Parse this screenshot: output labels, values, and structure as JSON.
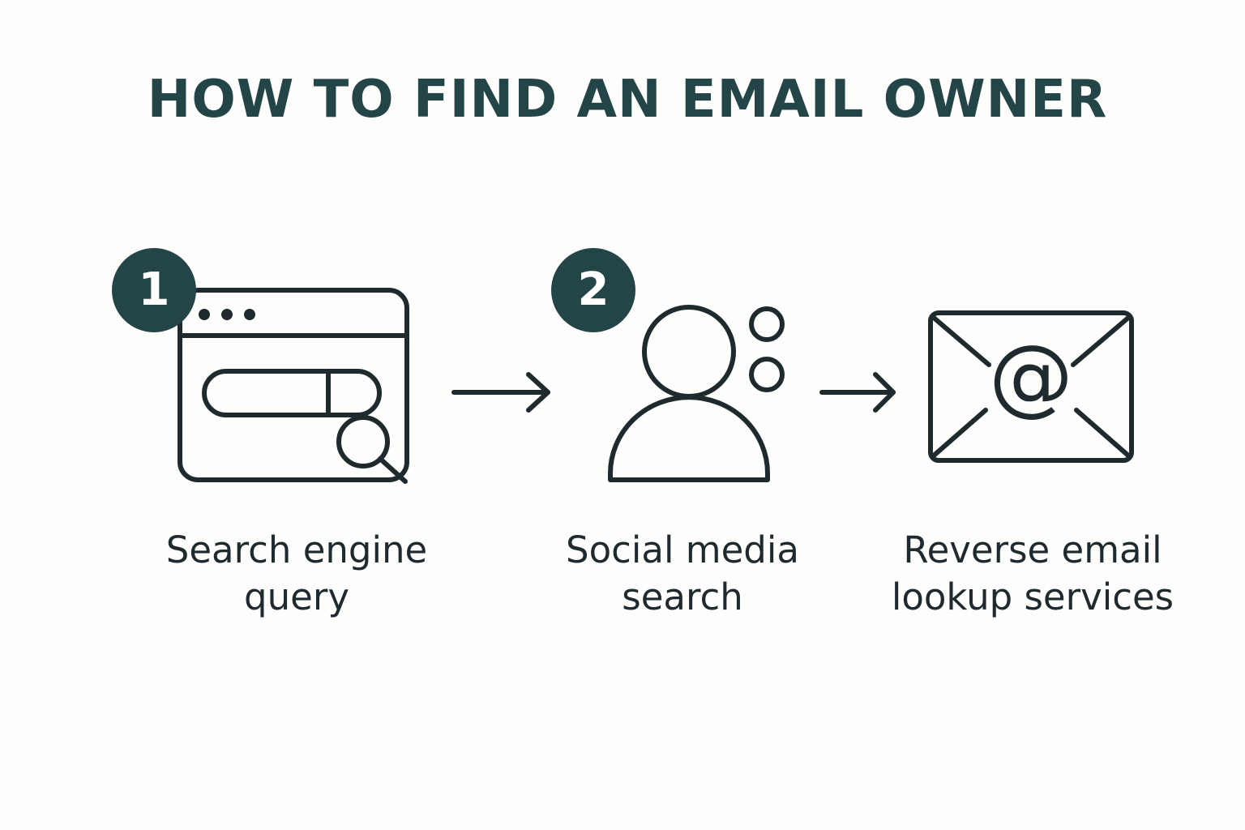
{
  "title": "HOW TO FIND AN EMAIL OWNER",
  "steps": [
    {
      "badge": "1",
      "icon": "browser-search-icon",
      "label_lines": [
        "Search engine",
        "query"
      ]
    },
    {
      "badge": "2",
      "icon": "person-icon",
      "label_lines": [
        "Social media",
        "search"
      ]
    },
    {
      "icon": "email-at-icon",
      "label_lines": [
        "Reverse email",
        "lookup services"
      ],
      "envelope_symbol": "@"
    }
  ],
  "colors": {
    "accent": "#234548",
    "stroke": "#1f2a2e",
    "background": "#fdfdfc"
  }
}
